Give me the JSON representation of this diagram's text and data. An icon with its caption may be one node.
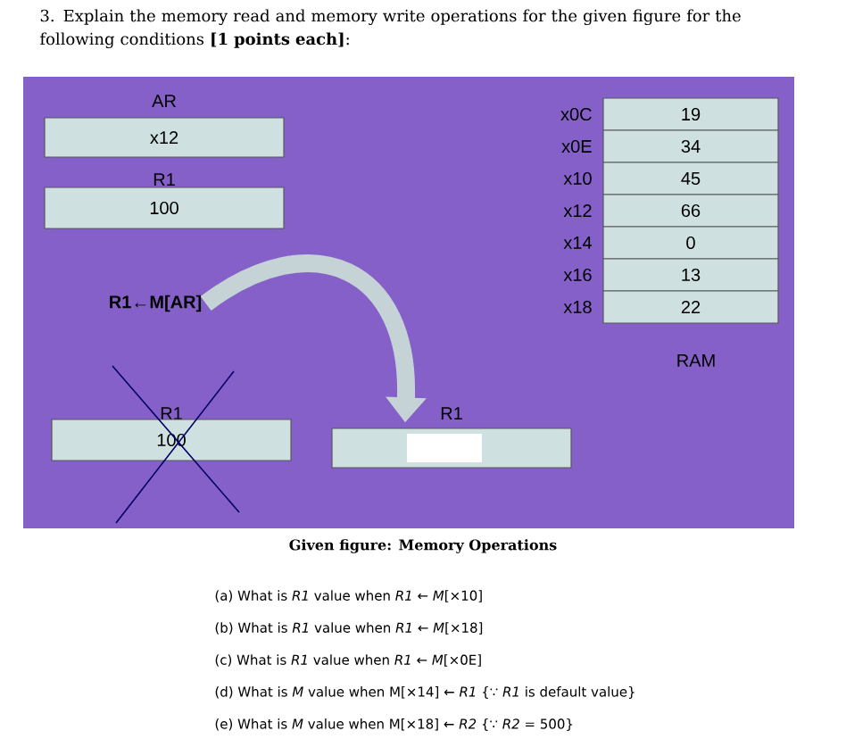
{
  "diagram": {
    "title": "3. Explain the memory read and memory write operations for the given figure for the following conditions **[1 points each]**:",
    "caption": "Given figure: Memory Operations",
    "nodes": [
      {
        "text": [
          "AR",
          "x12"
        ]
      },
      {
        "text": [
          "R1",
          "100"
        ]
      },
      {
        "text": [
          "19"
        ],
        "beside": [
          "x0C"
        ]
      },
      {
        "text": [
          "34"
        ],
        "beside": [
          "x0E"
        ]
      },
      {
        "text": [
          "45"
        ],
        "beside": [
          "x10"
        ]
      },
      {
        "text": [
          "66"
        ],
        "beside": [
          "x12"
        ]
      },
      {
        "text": [
          "0"
        ],
        "beside": [
          "x14"
        ]
      },
      {
        "text": [
          "13"
        ],
        "beside": [
          "x16"
        ]
      },
      {
        "text": [
          "22"
        ],
        "beside": [
          "x18"
        ]
      },
      {
        "text": [
          "R1←M[AR]"
        ]
      },
      {
        "text": [
          "R1",
          "100"
        ]
      },
      {
        "text": [
          "R1"
        ]
      }
    ],
    "edges": [
      {
        "from": 9,
        "to": 11,
        "arrow": "to"
      }
    ],
    "labels": [
      "RAM",
      "(a) What is *R1* value when *R1* ← *M*[×10]",
      "(b) What is *R1* value when *R1* ← *M*[×18]",
      "(c) What is *R1* value when *R1* ← *M*[×0E]",
      "(d) What is *M* value when M[×14] ← *R1* {∵ *R1* is default value}",
      "(e) What is *M* value when M[×18] ← *R2* {∵ *R2* = 500}"
    ]
  }
}
